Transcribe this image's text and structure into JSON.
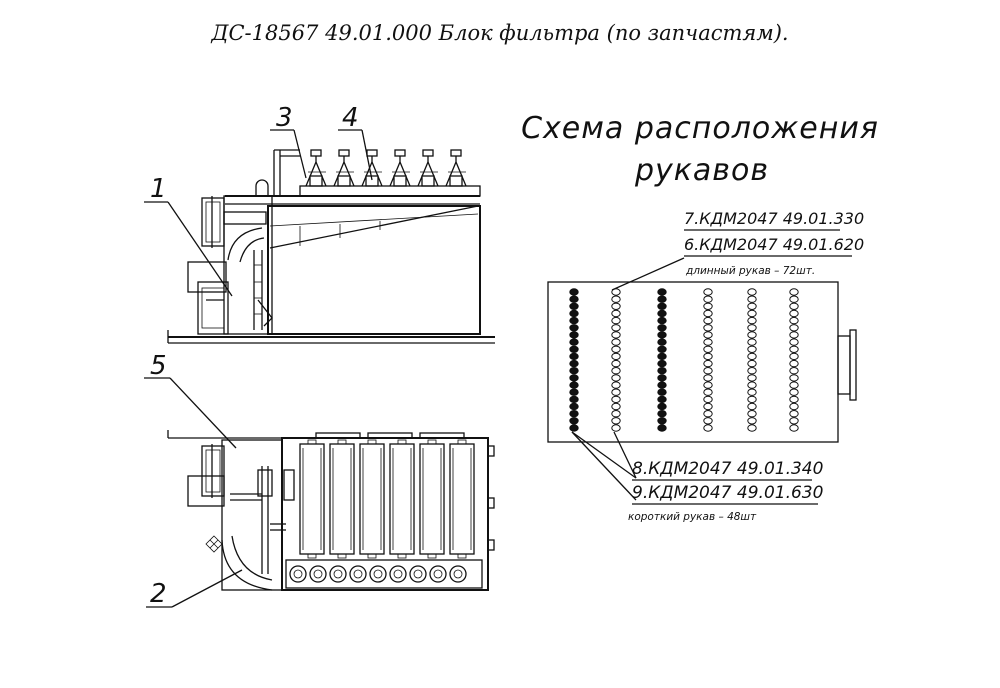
{
  "title": "ДС-18567  49.01.000   Блок  фильтра  (по запчастям).",
  "heading": {
    "line1": "Схема  расположения",
    "line2": "рукавов"
  },
  "callouts": [
    "1",
    "2",
    "3",
    "4",
    "5"
  ],
  "references": {
    "r7": "7.КДМ2047 49.01.330",
    "r6": "6.КДМ2047 49.01.620",
    "long_note": "длинный рукав – 72шт.",
    "r8": "8.КДМ2047  49.01.340",
    "r9": "9.КДМ2047  49.01.630",
    "short_note": "короткий рукав – 48шт"
  },
  "sleeve_layout": {
    "columns": 6,
    "per_column": 20,
    "column_styles": [
      "filled",
      "hollow",
      "filled",
      "hollow",
      "hollow",
      "hollow"
    ]
  }
}
